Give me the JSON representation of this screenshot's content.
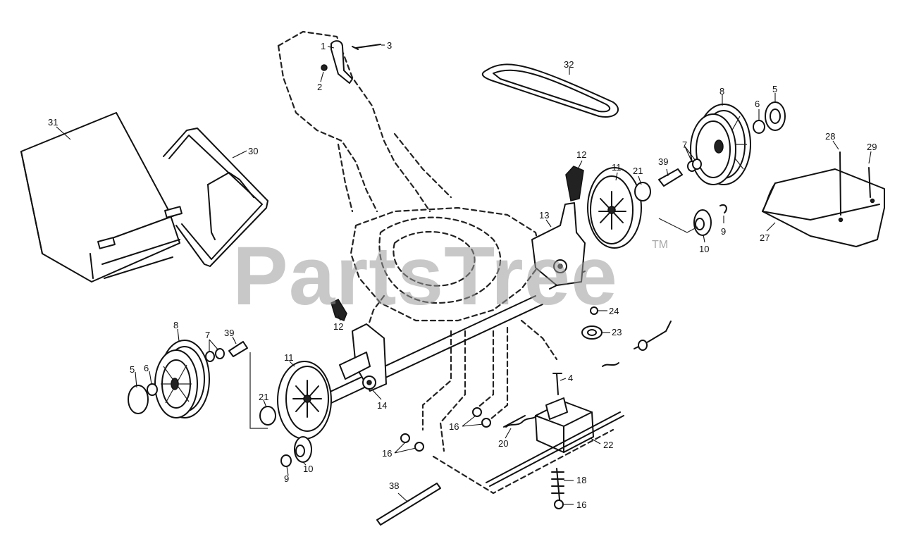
{
  "watermark": {
    "text": "PartsTree",
    "trademark": "TM"
  },
  "callouts": {
    "c1": "1",
    "c2": "2",
    "c3": "3",
    "c4": "4",
    "c5a": "5",
    "c5b": "5",
    "c6a": "6",
    "c6b": "6",
    "c7a": "7",
    "c7b": "7",
    "c8a": "8",
    "c8b": "8",
    "c9a": "9",
    "c9b": "9",
    "c10a": "10",
    "c10b": "10",
    "c11a": "11",
    "c11b": "11",
    "c12a": "12",
    "c12b": "12",
    "c13": "13",
    "c14": "14",
    "c16a": "16",
    "c16b": "16",
    "c16c": "16",
    "c18": "18",
    "c20": "20",
    "c21a": "21",
    "c21b": "21",
    "c22": "22",
    "c23": "23",
    "c24": "24",
    "c27": "27",
    "c28": "28",
    "c29": "29",
    "c30": "30",
    "c31": "31",
    "c32": "32",
    "c38": "38",
    "c39a": "39",
    "c39b": "39"
  }
}
